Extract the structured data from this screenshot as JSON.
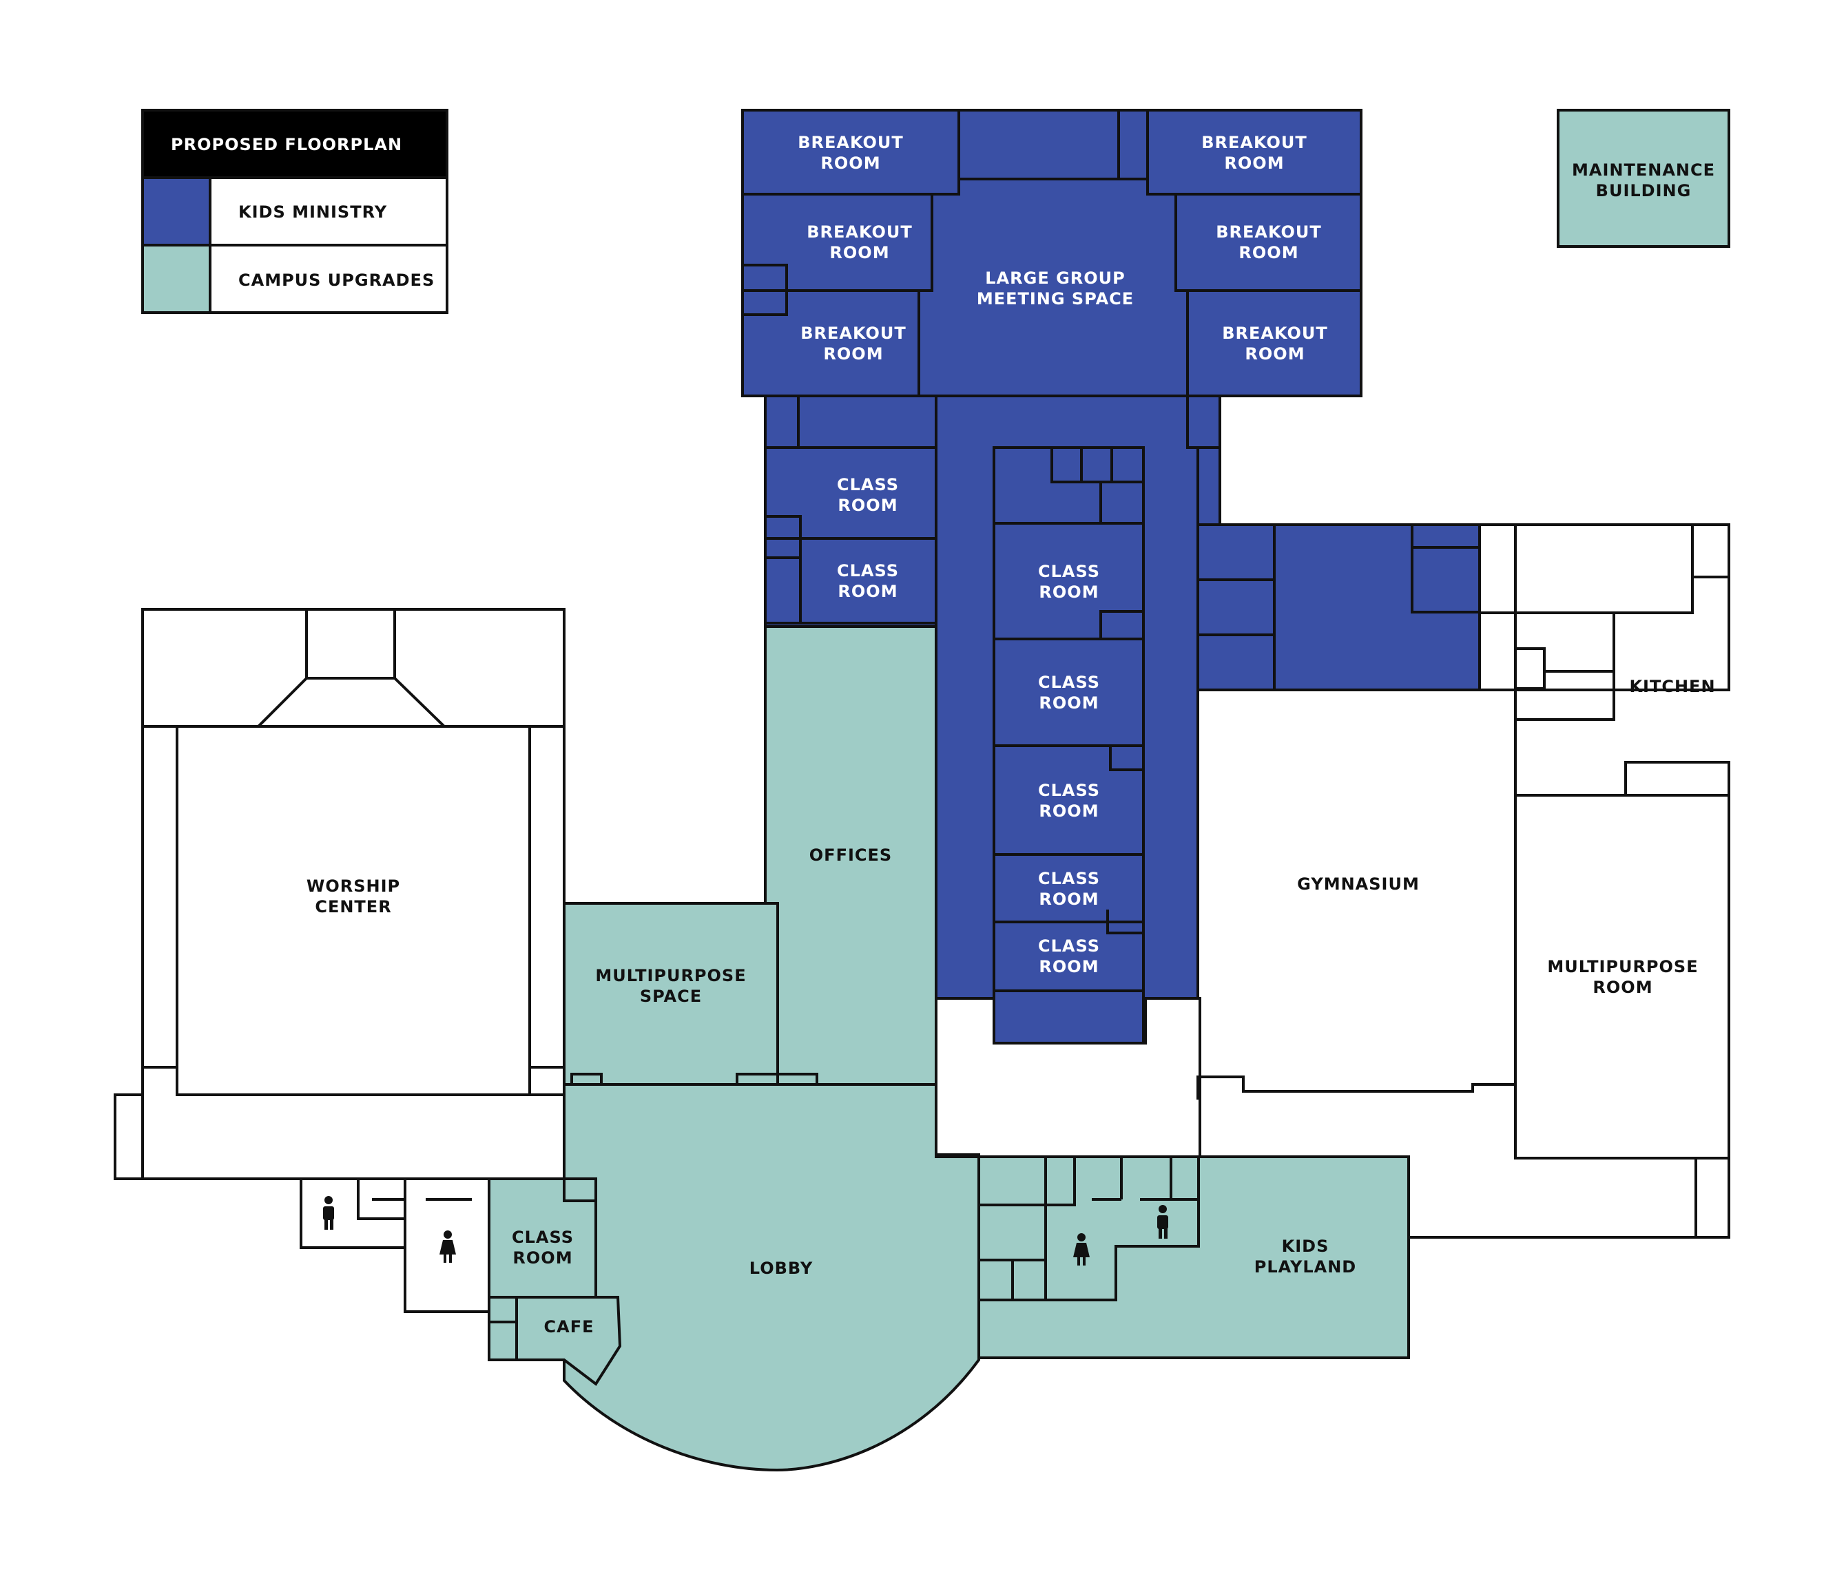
{
  "colors": {
    "kids_ministry": "#3a50a5",
    "campus_upgrades": "#9fccc6",
    "wall": "#111111",
    "background": "#ffffff",
    "legend_header": "#000000"
  },
  "legend": {
    "title": "PROPOSED FLOORPLAN",
    "items": [
      {
        "label": "KIDS MINISTRY",
        "category": "kids_ministry"
      },
      {
        "label": "CAMPUS UPGRADES",
        "category": "campus_upgrades"
      }
    ]
  },
  "rooms": {
    "breakout_room": [
      "BREAKOUT",
      "ROOM"
    ],
    "large_group": [
      "LARGE GROUP",
      "MEETING SPACE"
    ],
    "class_room": [
      "CLASS",
      "ROOM"
    ],
    "offices": "OFFICES",
    "multipurpose_space": [
      "MULTIPURPOSE",
      "SPACE"
    ],
    "worship_center": [
      "WORSHIP",
      "CENTER"
    ],
    "lobby": "LOBBY",
    "cafe": "CAFE",
    "kids_playland": [
      "KIDS",
      "PLAYLAND"
    ],
    "gymnasium": "GYMNASIUM",
    "kitchen": "KITCHEN",
    "multipurpose_room": [
      "MULTIPURPOSE",
      "ROOM"
    ],
    "maintenance_building": [
      "MAINTENANCE",
      "BUILDING"
    ]
  },
  "icons": {
    "mens_restroom": "mens-restroom-icon",
    "womens_restroom": "womens-restroom-icon"
  }
}
